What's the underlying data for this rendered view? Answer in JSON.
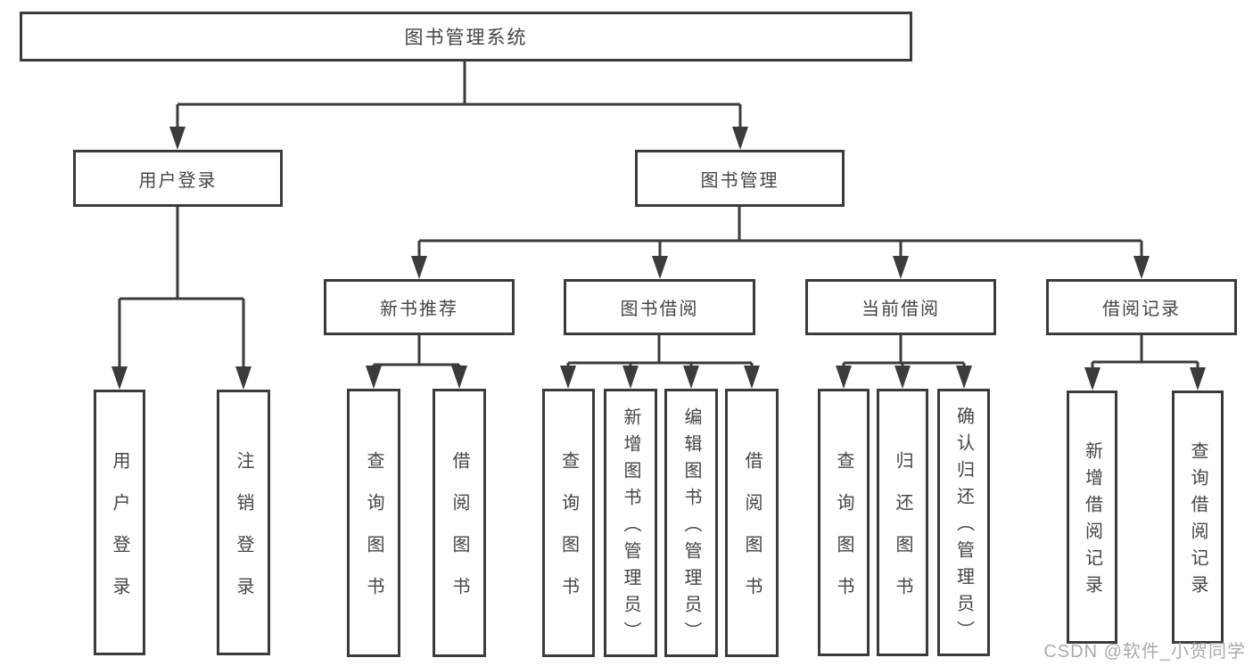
{
  "colors": {
    "line": "#3b3b3b",
    "text": "#454545",
    "background": "#ffffff",
    "watermark": "#ababab"
  },
  "tree": {
    "root": {
      "label": "图书管理系统"
    },
    "user_login": {
      "label": "用户登录",
      "children": {
        "login": {
          "label": "用户登录"
        },
        "logout": {
          "label": "注销登录"
        }
      }
    },
    "book_mgmt": {
      "label": "图书管理",
      "children": {
        "new_books": {
          "label": "新书推荐",
          "children": {
            "query_books": {
              "label": "查询图书"
            },
            "borrow_books": {
              "label": "借阅图书"
            }
          }
        },
        "book_borrow": {
          "label": "图书借阅",
          "children": {
            "query_books": {
              "label": "查询图书"
            },
            "add_books": {
              "label": "新增图书（管理员）"
            },
            "edit_books": {
              "label": "编辑图书（管理员）"
            },
            "borrow_books": {
              "label": "借阅图书"
            }
          }
        },
        "current_borrow": {
          "label": "当前借阅",
          "children": {
            "query_books": {
              "label": "查询图书"
            },
            "return_books": {
              "label": "归还图书"
            },
            "confirm_return": {
              "label": "确认归还（管理员）"
            }
          }
        },
        "borrow_records": {
          "label": "借阅记录",
          "children": {
            "add_record": {
              "label": "新增借阅记录"
            },
            "query_record": {
              "label": "查询借阅记录"
            }
          }
        }
      }
    }
  },
  "watermark": {
    "text": "CSDN @软件_小贺同学"
  }
}
